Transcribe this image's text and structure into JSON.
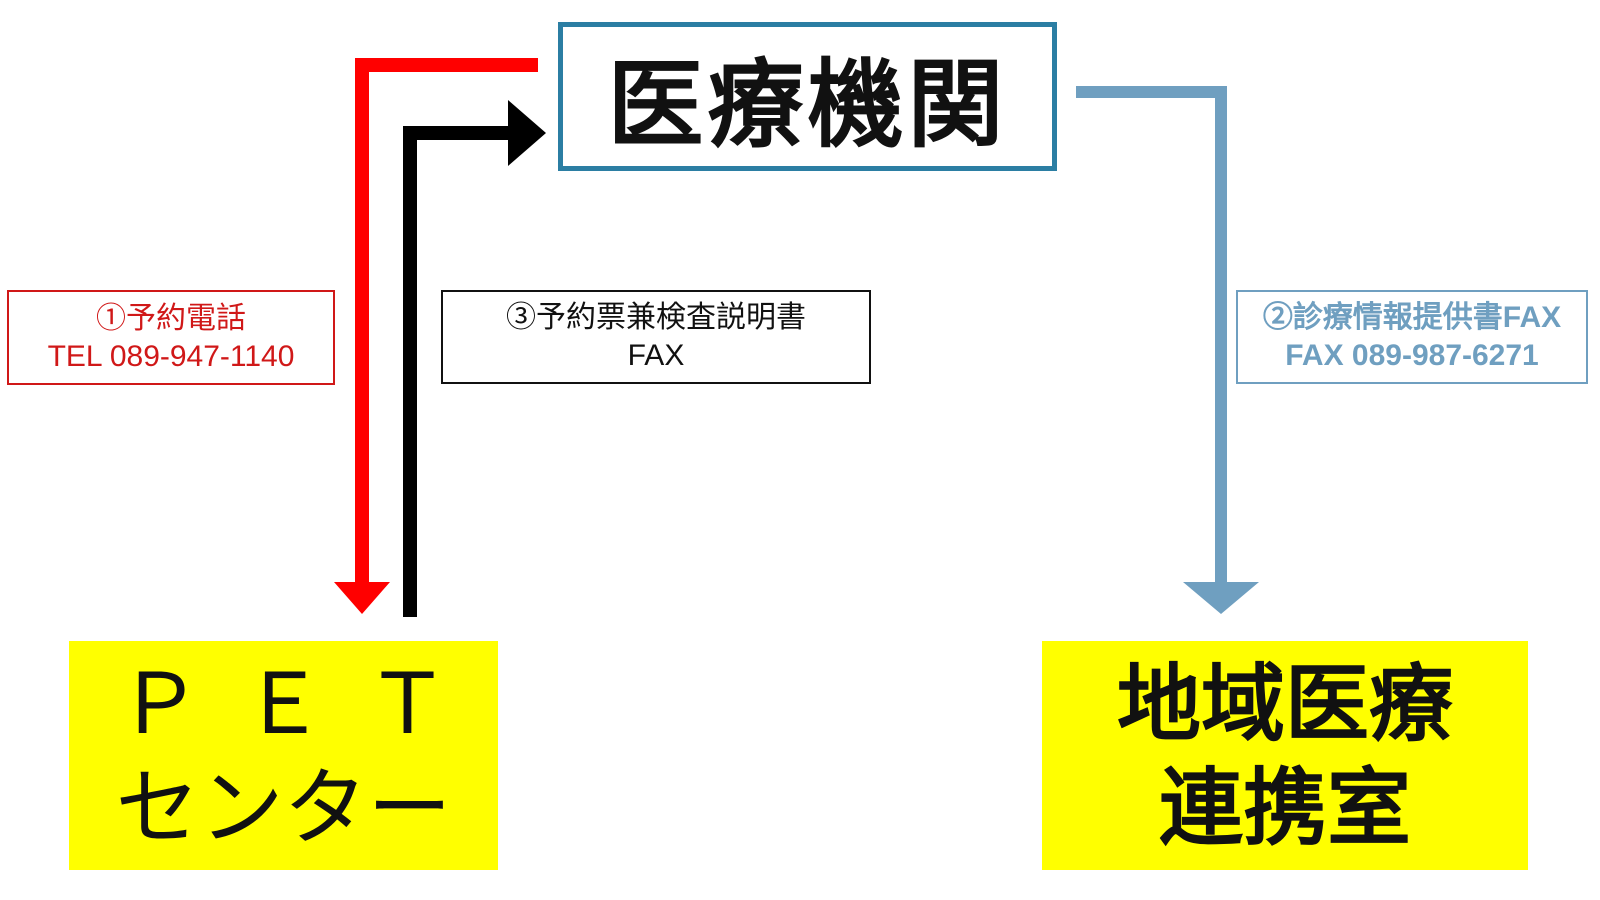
{
  "colors": {
    "red": "#ff0000",
    "black": "#000000",
    "blue": "#6f9fc0",
    "frame": "#2b7ea3",
    "yellow": "#ffff00"
  },
  "nodes": {
    "medical_institution": "医療機関",
    "pet_center": {
      "line1": "ＰＥＴ",
      "line2": "センター"
    },
    "regional_liaison": {
      "line1": "地域医療",
      "line2": "連携室"
    }
  },
  "labels": {
    "step1": {
      "title": "①予約電話",
      "contact": "TEL 089-947-1140"
    },
    "step2": {
      "title": "②診療情報提供書FAX",
      "contact": "FAX 089-987-6271"
    },
    "step3": {
      "title": "③予約票兼検査説明書",
      "contact": "FAX"
    }
  }
}
